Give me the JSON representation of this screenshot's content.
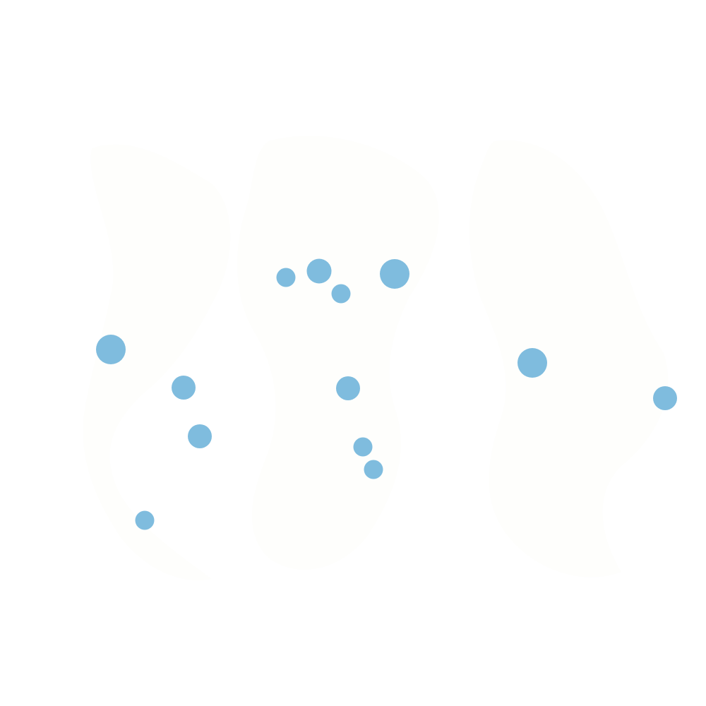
{
  "map": {
    "background_color": "#ffffff",
    "land_color": "#fefefc",
    "marker_color": "#7fbcde",
    "markers": [
      {
        "id": "m1",
        "size": "large"
      },
      {
        "id": "m2",
        "size": "medium"
      },
      {
        "id": "m3",
        "size": "small"
      },
      {
        "id": "m4",
        "size": "medium"
      },
      {
        "id": "m5",
        "size": "small"
      },
      {
        "id": "m6",
        "size": "large"
      },
      {
        "id": "m7",
        "size": "large"
      },
      {
        "id": "m8",
        "size": "large"
      },
      {
        "id": "m9",
        "size": "medium"
      },
      {
        "id": "m10",
        "size": "medium"
      },
      {
        "id": "m11",
        "size": "medium"
      },
      {
        "id": "m12",
        "size": "small"
      },
      {
        "id": "m13",
        "size": "small"
      },
      {
        "id": "m14",
        "size": "small"
      }
    ]
  }
}
